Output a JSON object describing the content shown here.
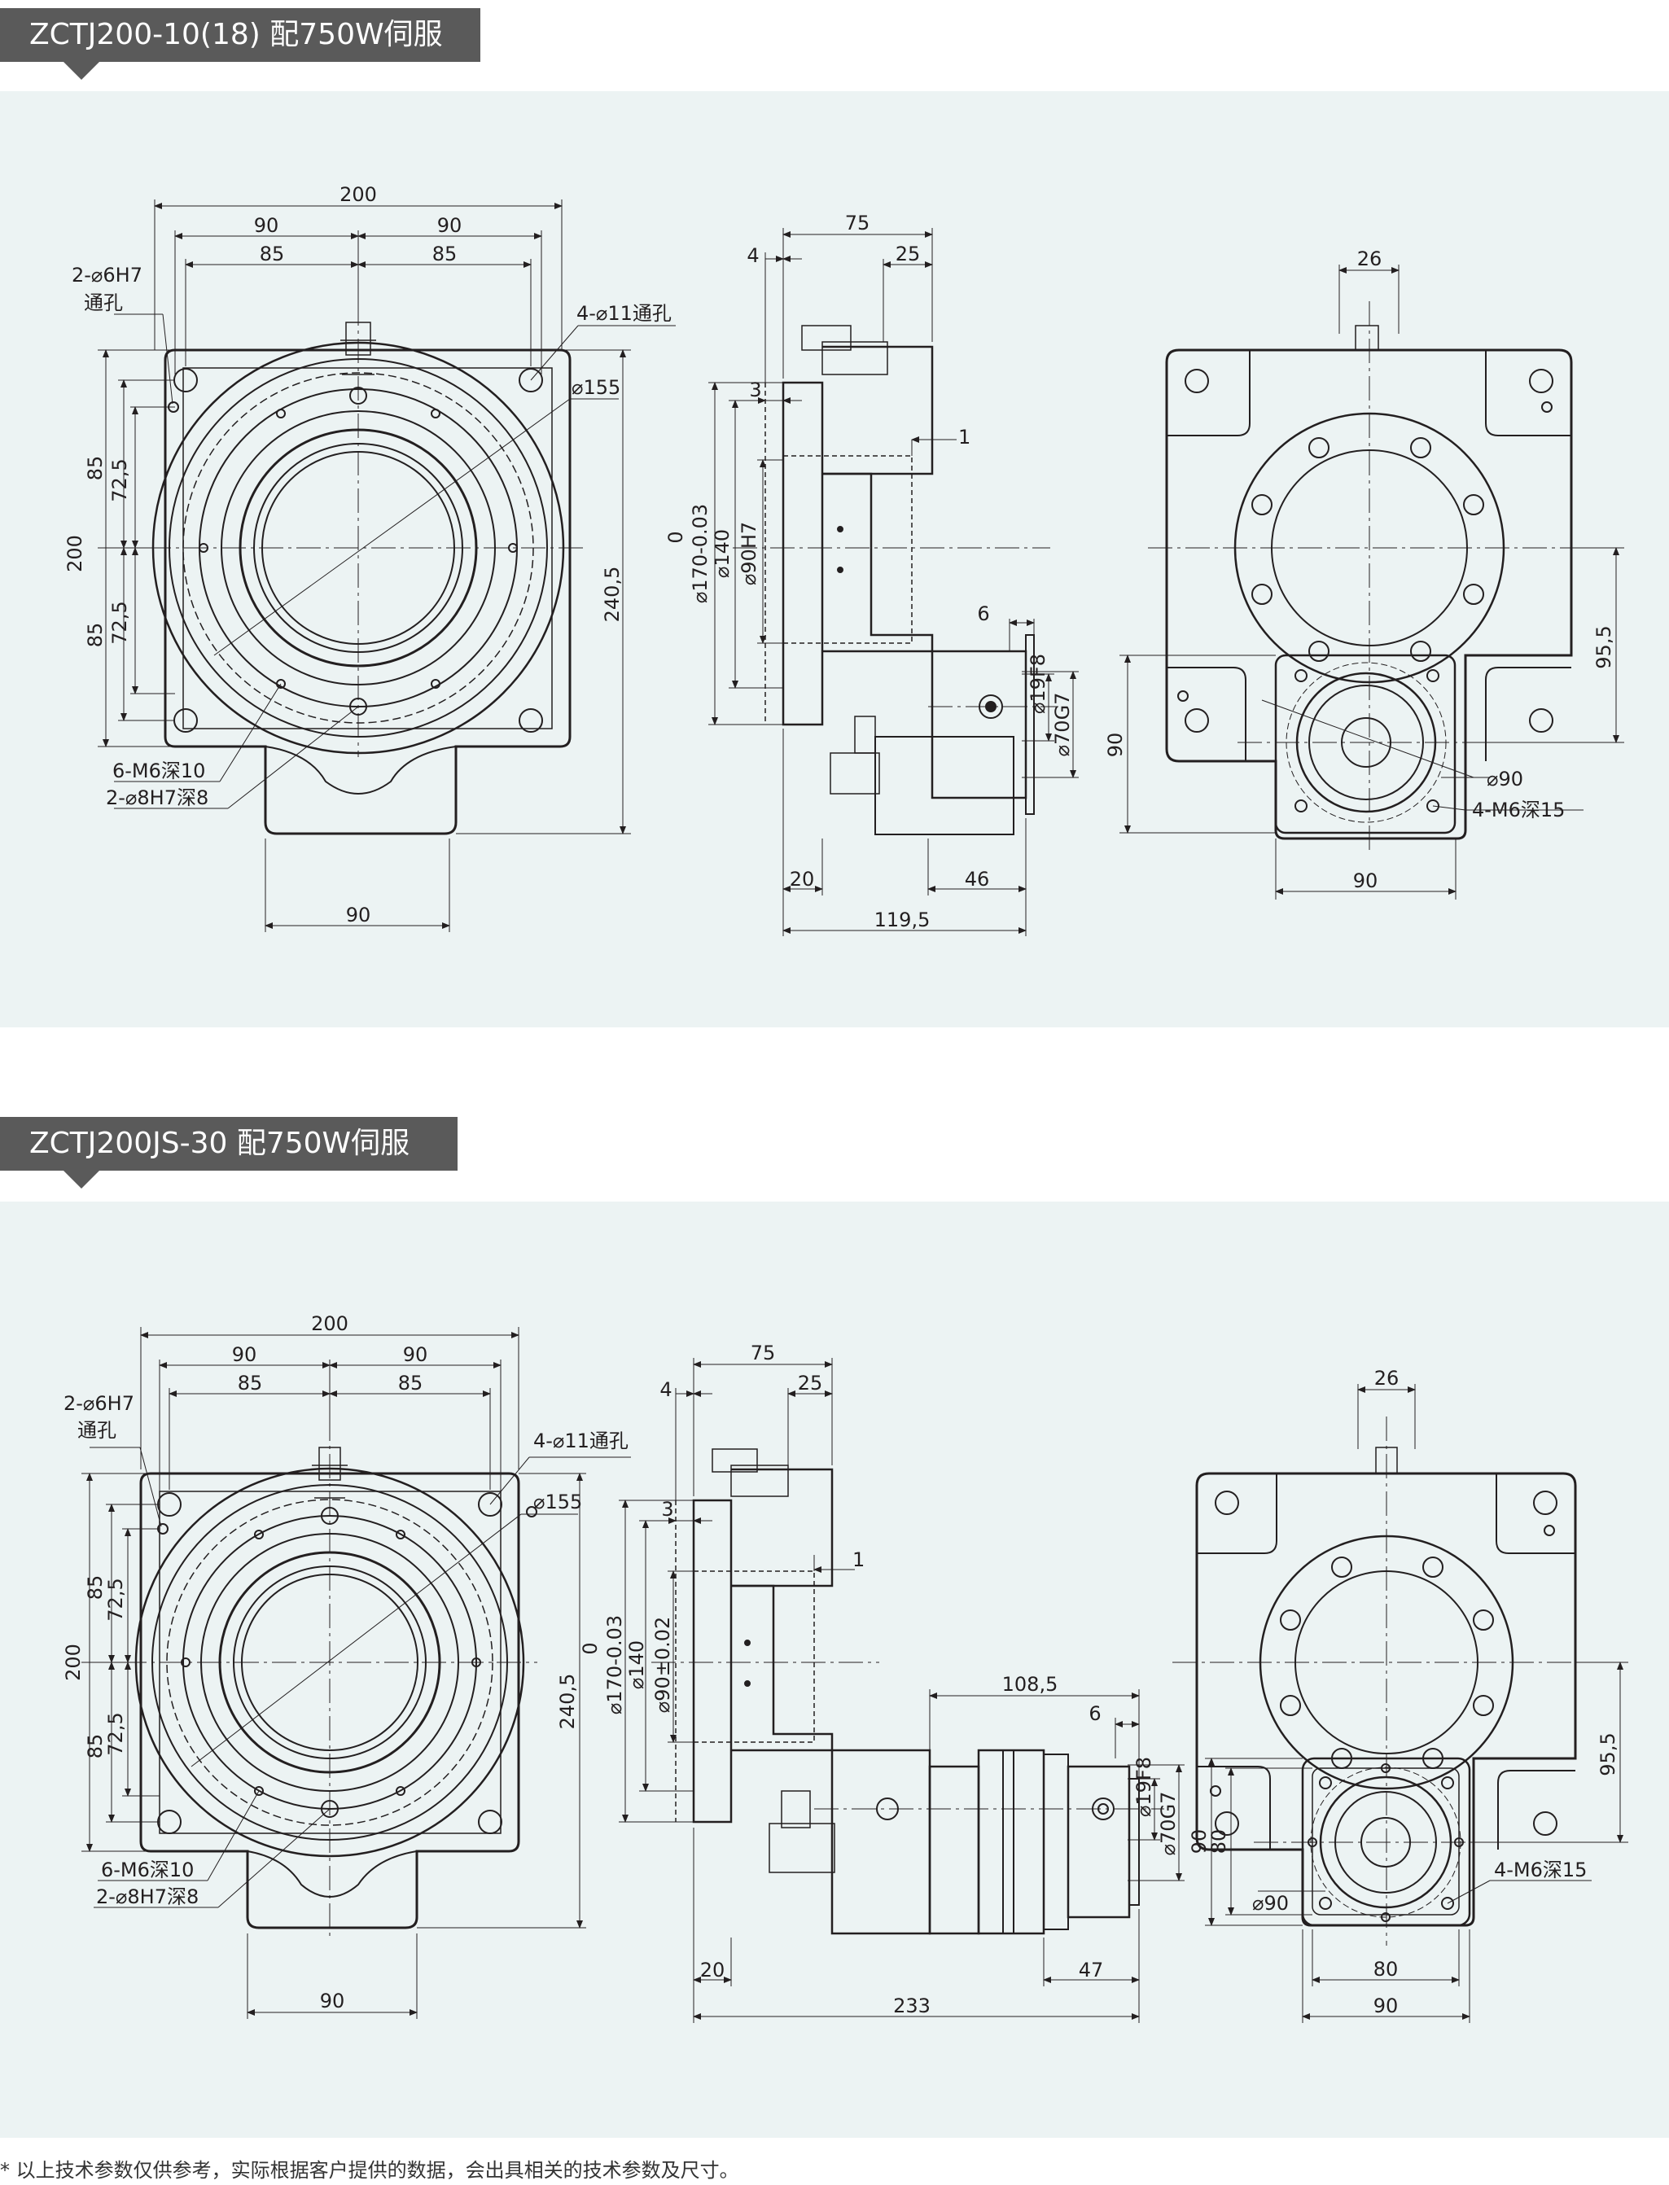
{
  "sections": [
    {
      "title": "ZCTJ200-10(18) 配750W伺服接口",
      "front": {
        "d200_top": "200",
        "d90_l": "90",
        "d90_r": "90",
        "d85_l": "85",
        "d85_r": "85",
        "hole_2": "2-⌀6H7",
        "hole_2b": "通孔",
        "hole_4": "4-⌀11通孔",
        "dia155": "⌀155",
        "d200_side": "200",
        "d85_a": "85",
        "d725_a": "72,5",
        "d85_b": "85",
        "d725_b": "72,5",
        "d2405": "240,5",
        "m6": "6-M6深10",
        "h8": "2-⌀8H7深8",
        "d90_bot": "90"
      },
      "side": {
        "d75": "75",
        "d4": "4",
        "d25": "25",
        "d3": "3",
        "d1": "1",
        "d0": "0",
        "d170": "⌀170-0.03",
        "d140": "⌀140",
        "d90h7": "⌀90H7",
        "d6": "6",
        "d19": "⌀19F8",
        "d70": "⌀70G7",
        "d20": "20",
        "d46": "46",
        "d1195": "119,5"
      },
      "rear": {
        "d26": "26",
        "d955": "95,5",
        "d90_side": "90",
        "dia90": "⌀90",
        "m6_15": "4-M6深15",
        "d90_bot": "90"
      }
    },
    {
      "title": "ZCTJ200JS-30 配750W伺服接口",
      "front": {
        "d200_top": "200",
        "d90_l": "90",
        "d90_r": "90",
        "d85_l": "85",
        "d85_r": "85",
        "hole_2": "2-⌀6H7",
        "hole_2b": "通孔",
        "hole_4": "4-⌀11通孔",
        "dia155": "⌀155",
        "d200_side": "200",
        "d85_a": "85",
        "d725_a": "72,5",
        "d85_b": "85",
        "d725_b": "72,5",
        "d2405": "240,5",
        "m6": "6-M6深10",
        "h8": "2-⌀8H7深8",
        "d90_bot": "90"
      },
      "side": {
        "d75": "75",
        "d4": "4",
        "d25": "25",
        "d3": "3",
        "d1": "1",
        "d0": "0",
        "d170": "⌀170-0.03",
        "d140": "⌀140",
        "d90h7": "⌀90±0.02",
        "d1085": "108,5",
        "d6": "6",
        "d19": "⌀19F8",
        "d70": "⌀70G7",
        "d20": "20",
        "d47": "47",
        "d233": "233"
      },
      "rear": {
        "d26": "26",
        "d955": "95,5",
        "d90_side": "90",
        "d80_side": "80",
        "dia90": "⌀90",
        "m6_15": "4-M6深15",
        "d80_bot": "80",
        "d90_bot": "90"
      }
    }
  ],
  "footnote": "*  以上技术参数仅供参考，实际根据客户提供的数据，会出具相关的技术参数及尺寸。"
}
